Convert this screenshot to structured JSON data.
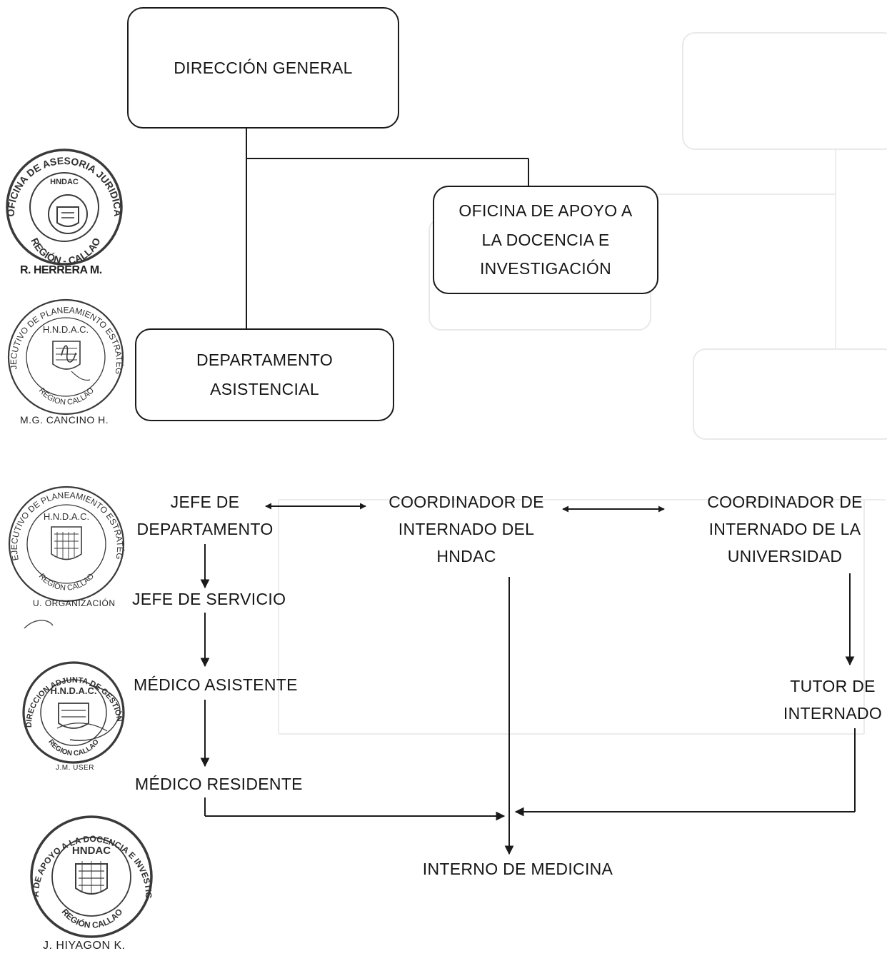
{
  "nodes": {
    "direccion_general": "DIRECCIÓN GENERAL",
    "oficina_apoyo": [
      "OFICINA DE APOYO A",
      "LA DOCENCIA E",
      "INVESTIGACIÓN"
    ],
    "departamento_asistencial": [
      "DEPARTAMENTO",
      "ASISTENCIAL"
    ],
    "jefe_departamento": [
      "JEFE DE",
      "DEPARTAMENTO"
    ],
    "coordinador_hndac": [
      "COORDINADOR DE",
      "INTERNADO DEL",
      "HNDAC"
    ],
    "coordinador_universidad": [
      "COORDINADOR DE",
      "INTERNADO DE LA",
      "UNIVERSIDAD"
    ],
    "jefe_servicio": "JEFE DE SERVICIO",
    "medico_asistente": "MÉDICO ASISTENTE",
    "tutor_internado": [
      "TUTOR DE",
      "INTERNADO"
    ],
    "medico_residente": "MÉDICO RESIDENTE",
    "interno_medicina": "INTERNO DE MEDICINA"
  },
  "stamps": [
    {
      "ring_text": "OFICINA DE ASESORIA JURIDICA",
      "inner_text": "HNDAC",
      "bottom_text": "REGIÓN - CALLAO",
      "signature": "R. HERRERA M."
    },
    {
      "ring_text": "OF EJECUTIVO DE PLANEAMIENTO ESTRATÉGICO",
      "inner_text": "H.N.D.A.C.",
      "bottom_text": "REGION CALLAO",
      "signature": "M.G. CANCINO H."
    },
    {
      "ring_text": "OF EJECUTIVO DE PLANEAMIENTO ESTRATÉGICO",
      "inner_text": "H.N.D.A.C.",
      "bottom_text": "REGION CALLAO",
      "signature": "U. ORGANIZACIÓN"
    },
    {
      "ring_text": "DIRECCION ADJUNTA DE GESTIÓN",
      "inner_text": "H.N.D.A.C.",
      "bottom_text": "REGION CALLAO",
      "signature": "J.M. USER"
    },
    {
      "ring_text": "OFICINA DE APOYO A LA DOCENCIA E INVESTIGACIÓN",
      "inner_text": "HNDAC",
      "bottom_text": "REGIÓN CALLAO",
      "signature": "J. HIYAGON K."
    }
  ],
  "colors": {
    "line": "#1a1a1a",
    "stamp": "#3a3a3a",
    "ghost": "#e4e4e4"
  }
}
